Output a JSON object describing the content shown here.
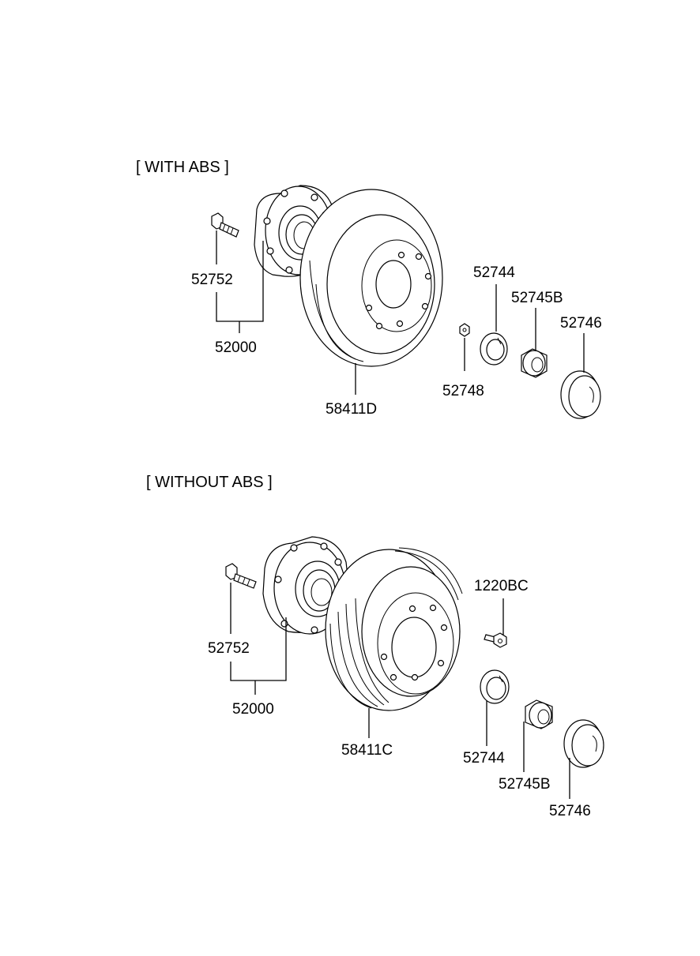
{
  "sections": [
    {
      "heading": "[ WITH ABS ]",
      "labels": {
        "bolt": "52752",
        "hub": "52000",
        "disc": "58411D",
        "washer": "52744",
        "nut": "52745B",
        "cap": "52746",
        "pin": "52748"
      }
    },
    {
      "heading": "[ WITHOUT ABS ]",
      "labels": {
        "bolt": "52752",
        "hub": "52000",
        "drum": "58411C",
        "screw": "1220BC",
        "washer": "52744",
        "nut": "52745B",
        "cap": "52746"
      }
    }
  ]
}
